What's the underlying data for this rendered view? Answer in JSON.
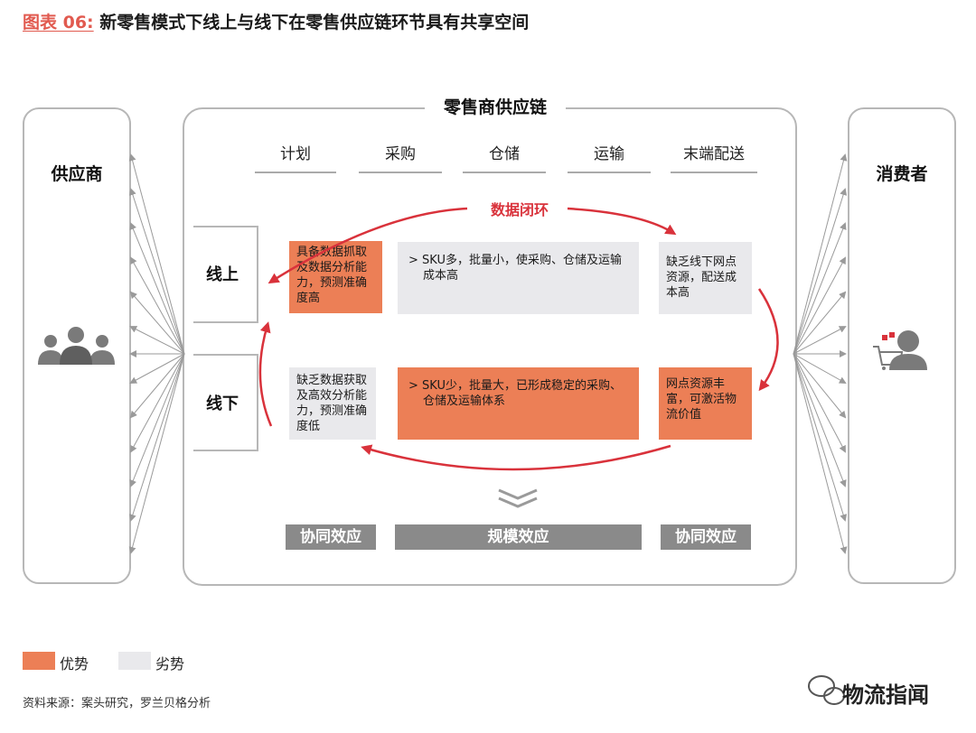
{
  "title": {
    "label": "图表 06:",
    "text": "新零售模式下线上与线下在零售供应链环节具有共享空间"
  },
  "supplier": {
    "label": "供应商"
  },
  "consumer": {
    "label": "消费者"
  },
  "chain": {
    "title": "零售商供应链",
    "stages": [
      "计划",
      "采购",
      "仓储",
      "运输",
      "末端配送"
    ],
    "loop_label": "数据闭环",
    "rows": {
      "online": {
        "label": "线上",
        "left": "具备数据抓取及数据分析能力，预测准确度高",
        "middle": "> SKU多，批量小，使采购、仓储及运输成本高",
        "right": "缺乏线下网点资源，配送成本高"
      },
      "offline": {
        "label": "线下",
        "left": "缺乏数据获取及高效分析能力，预测准确度低",
        "middle": "> SKU少，批量大，已形成稳定的采购、 仓储及运输体系",
        "right": "网点资源丰富，可激活物流价值"
      }
    },
    "effects": [
      "协同效应",
      "规模效应",
      "协同效应"
    ]
  },
  "legend": [
    {
      "label": "优势",
      "color": "#ec7f56"
    },
    {
      "label": "劣势",
      "color": "#e9e9ec"
    }
  ],
  "source": "资料来源：案头研究，罗兰贝格分析",
  "watermark": {
    "text": "物流指闻",
    "icon": "wechat-icon"
  },
  "colors": {
    "accent_red": "#d9323b",
    "advantage_orange": "#ec7f56",
    "disadvantage_gray": "#e9e9ec",
    "effect_gray": "#8a8a8a",
    "border_gray": "#b7b7b7"
  }
}
